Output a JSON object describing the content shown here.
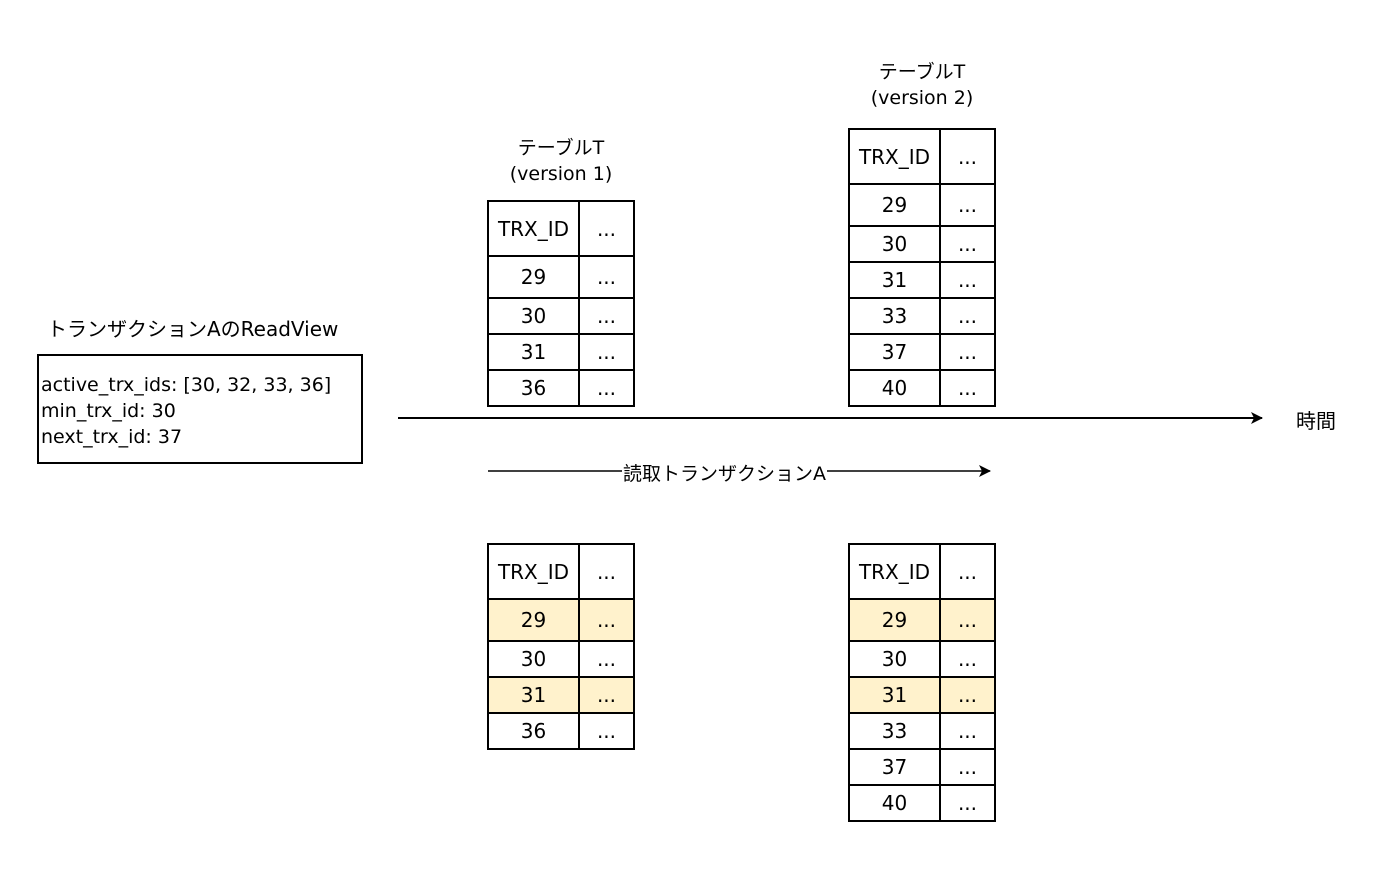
{
  "readview": {
    "title": "トランザクションAのReadView",
    "lines": [
      "active_trx_ids: [30, 32, 33, 36]",
      "min_trx_id: 30",
      "next_trx_id: 37"
    ]
  },
  "timeline": {
    "label": "時間"
  },
  "read_arrow": {
    "label": "読取トランザクションA"
  },
  "tables": {
    "v1": {
      "title": "テーブルT",
      "subtitle": "(version 1)",
      "header": [
        "TRX_ID",
        "..."
      ],
      "rows": [
        [
          "29",
          "..."
        ],
        [
          "30",
          "..."
        ],
        [
          "31",
          "..."
        ],
        [
          "36",
          "..."
        ]
      ]
    },
    "v2": {
      "title": "テーブルT",
      "subtitle": "(version 2)",
      "header": [
        "TRX_ID",
        "..."
      ],
      "rows": [
        [
          "29",
          "..."
        ],
        [
          "30",
          "..."
        ],
        [
          "31",
          "..."
        ],
        [
          "33",
          "..."
        ],
        [
          "37",
          "..."
        ],
        [
          "40",
          "..."
        ]
      ]
    },
    "v1_read": {
      "header": [
        "TRX_ID",
        "..."
      ],
      "rows": [
        [
          "29",
          "..."
        ],
        [
          "30",
          "..."
        ],
        [
          "31",
          "..."
        ],
        [
          "36",
          "..."
        ]
      ],
      "visible_rows": [
        "29",
        "31"
      ]
    },
    "v2_read": {
      "header": [
        "TRX_ID",
        "..."
      ],
      "rows": [
        [
          "29",
          "..."
        ],
        [
          "30",
          "..."
        ],
        [
          "31",
          "..."
        ],
        [
          "33",
          "..."
        ],
        [
          "37",
          "..."
        ],
        [
          "40",
          "..."
        ]
      ],
      "visible_rows": [
        "29",
        "31"
      ]
    }
  },
  "colors": {
    "highlight_fill": "#fff2cc",
    "highlight_border": "#d6b656",
    "line": "#000000"
  }
}
